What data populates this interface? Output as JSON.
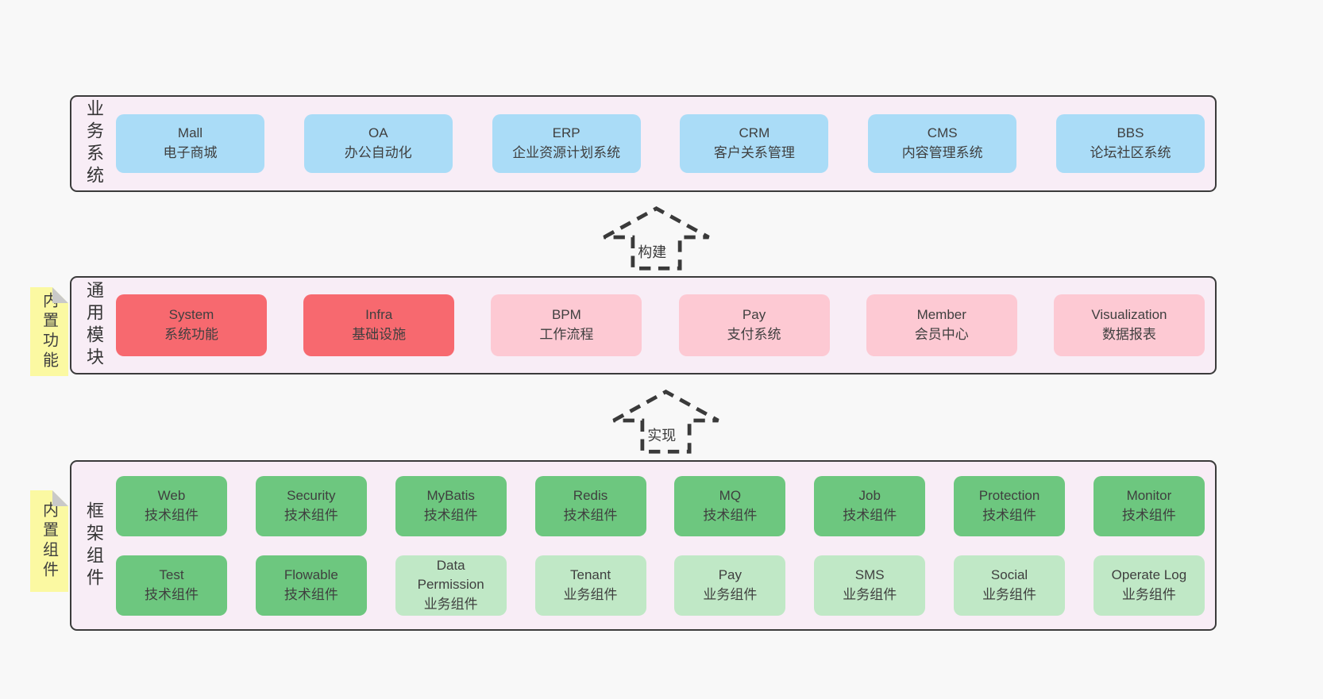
{
  "colors": {
    "page_bg": "#f8f8f8",
    "panel_bg": "#f8edf6",
    "panel_border": "#3b3b3b",
    "blue_box": "#aadcf7",
    "red_box": "#f7696f",
    "pink_box": "#fdc9d3",
    "green_box": "#6dc77f",
    "light_green_box": "#c0e8c6",
    "sticky_yellow": "#fbf9a2",
    "sticky_fold_gray": "#c9c9c9"
  },
  "arrows": [
    {
      "label": "构建"
    },
    {
      "label": "实现"
    }
  ],
  "stickies": [
    {
      "label": "内置功能"
    },
    {
      "label": "内置组件"
    }
  ],
  "panels": [
    {
      "label": "业务系统",
      "boxes": [
        {
          "title": "Mall",
          "subtitle": "电子商城",
          "variant": "blue"
        },
        {
          "title": "OA",
          "subtitle": "办公自动化",
          "variant": "blue"
        },
        {
          "title": "ERP",
          "subtitle": "企业资源计划系统",
          "variant": "blue"
        },
        {
          "title": "CRM",
          "subtitle": "客户关系管理",
          "variant": "blue"
        },
        {
          "title": "CMS",
          "subtitle": "内容管理系统",
          "variant": "blue"
        },
        {
          "title": "BBS",
          "subtitle": "论坛社区系统",
          "variant": "blue"
        }
      ]
    },
    {
      "label": "通用模块",
      "boxes": [
        {
          "title": "System",
          "subtitle": "系统功能",
          "variant": "red"
        },
        {
          "title": "Infra",
          "subtitle": "基础设施",
          "variant": "red"
        },
        {
          "title": "BPM",
          "subtitle": "工作流程",
          "variant": "pink"
        },
        {
          "title": "Pay",
          "subtitle": "支付系统",
          "variant": "pink"
        },
        {
          "title": "Member",
          "subtitle": "会员中心",
          "variant": "pink"
        },
        {
          "title": "Visualization",
          "subtitle": "数据报表",
          "variant": "pink"
        }
      ]
    },
    {
      "label": "框架组件",
      "rows": [
        [
          {
            "title": "Web",
            "subtitle": "技术组件",
            "variant": "green"
          },
          {
            "title": "Security",
            "subtitle": "技术组件",
            "variant": "green"
          },
          {
            "title": "MyBatis",
            "subtitle": "技术组件",
            "variant": "green"
          },
          {
            "title": "Redis",
            "subtitle": "技术组件",
            "variant": "green"
          },
          {
            "title": "MQ",
            "subtitle": "技术组件",
            "variant": "green"
          },
          {
            "title": "Job",
            "subtitle": "技术组件",
            "variant": "green"
          },
          {
            "title": "Protection",
            "subtitle": "技术组件",
            "variant": "green"
          },
          {
            "title": "Monitor",
            "subtitle": "技术组件",
            "variant": "green"
          }
        ],
        [
          {
            "title": "Test",
            "subtitle": "技术组件",
            "variant": "green"
          },
          {
            "title": "Flowable",
            "subtitle": "技术组件",
            "variant": "green"
          },
          {
            "title": "Data Permission",
            "subtitle": "业务组件",
            "variant": "green-light"
          },
          {
            "title": "Tenant",
            "subtitle": "业务组件",
            "variant": "green-light"
          },
          {
            "title": "Pay",
            "subtitle": "业务组件",
            "variant": "green-light"
          },
          {
            "title": "SMS",
            "subtitle": "业务组件",
            "variant": "green-light"
          },
          {
            "title": "Social",
            "subtitle": "业务组件",
            "variant": "green-light"
          },
          {
            "title": "Operate Log",
            "subtitle": "业务组件",
            "variant": "green-light"
          }
        ]
      ]
    }
  ]
}
